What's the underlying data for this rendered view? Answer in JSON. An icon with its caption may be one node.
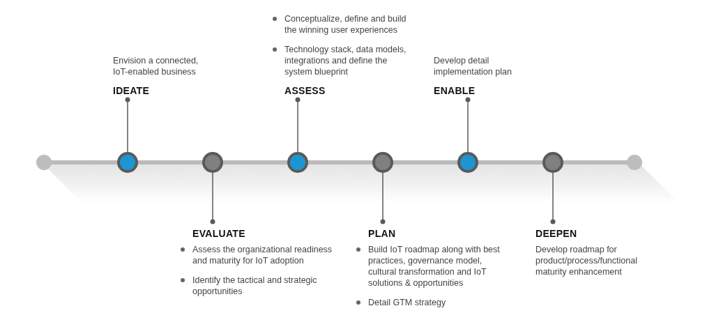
{
  "diagram": {
    "nodes": [
      {
        "text": [
          "Envision a connected, IoT-enabled business",
          "IDEATE"
        ]
      },
      {
        "text": [],
        "shape": "circle"
      },
      {
        "text": [
          "EVALUATE",
          "Assess the organizational readiness and maturity for IoT adoption",
          "Identify the tactical and strategic opportunities"
        ]
      },
      {
        "text": [],
        "shape": "circle"
      },
      {
        "text": [
          "Conceptualize, define and build the winning user experiences",
          "Technology stack, data models, integrations and define the system blueprint",
          "ASSESS"
        ]
      },
      {
        "text": [],
        "shape": "circle"
      },
      {
        "text": [
          "PLAN",
          "Build IoT roadmap along with best practices, governance model, cultural transformation and IoT solutions & opportunities",
          "Detail GTM strategy"
        ]
      },
      {
        "text": [],
        "shape": "circle"
      },
      {
        "text": [
          "Develop detail implementation plan",
          "ENABLE"
        ]
      },
      {
        "text": [],
        "shape": "circle"
      },
      {
        "text": [
          "DEEPEN",
          "Develop roadmap for product/process/functional maturity enhancement"
        ]
      },
      {
        "text": [],
        "shape": "circle"
      }
    ],
    "edges": [
      {
        "from": 0,
        "to": 1,
        "arrow": "other"
      },
      {
        "from": 2,
        "to": 3,
        "arrow": "other"
      },
      {
        "from": 4,
        "to": 5,
        "arrow": "other"
      },
      {
        "from": 6,
        "to": 7,
        "arrow": "other"
      },
      {
        "from": 8,
        "to": 9,
        "arrow": "other"
      },
      {
        "from": 10,
        "to": 11,
        "arrow": "other"
      }
    ]
  }
}
